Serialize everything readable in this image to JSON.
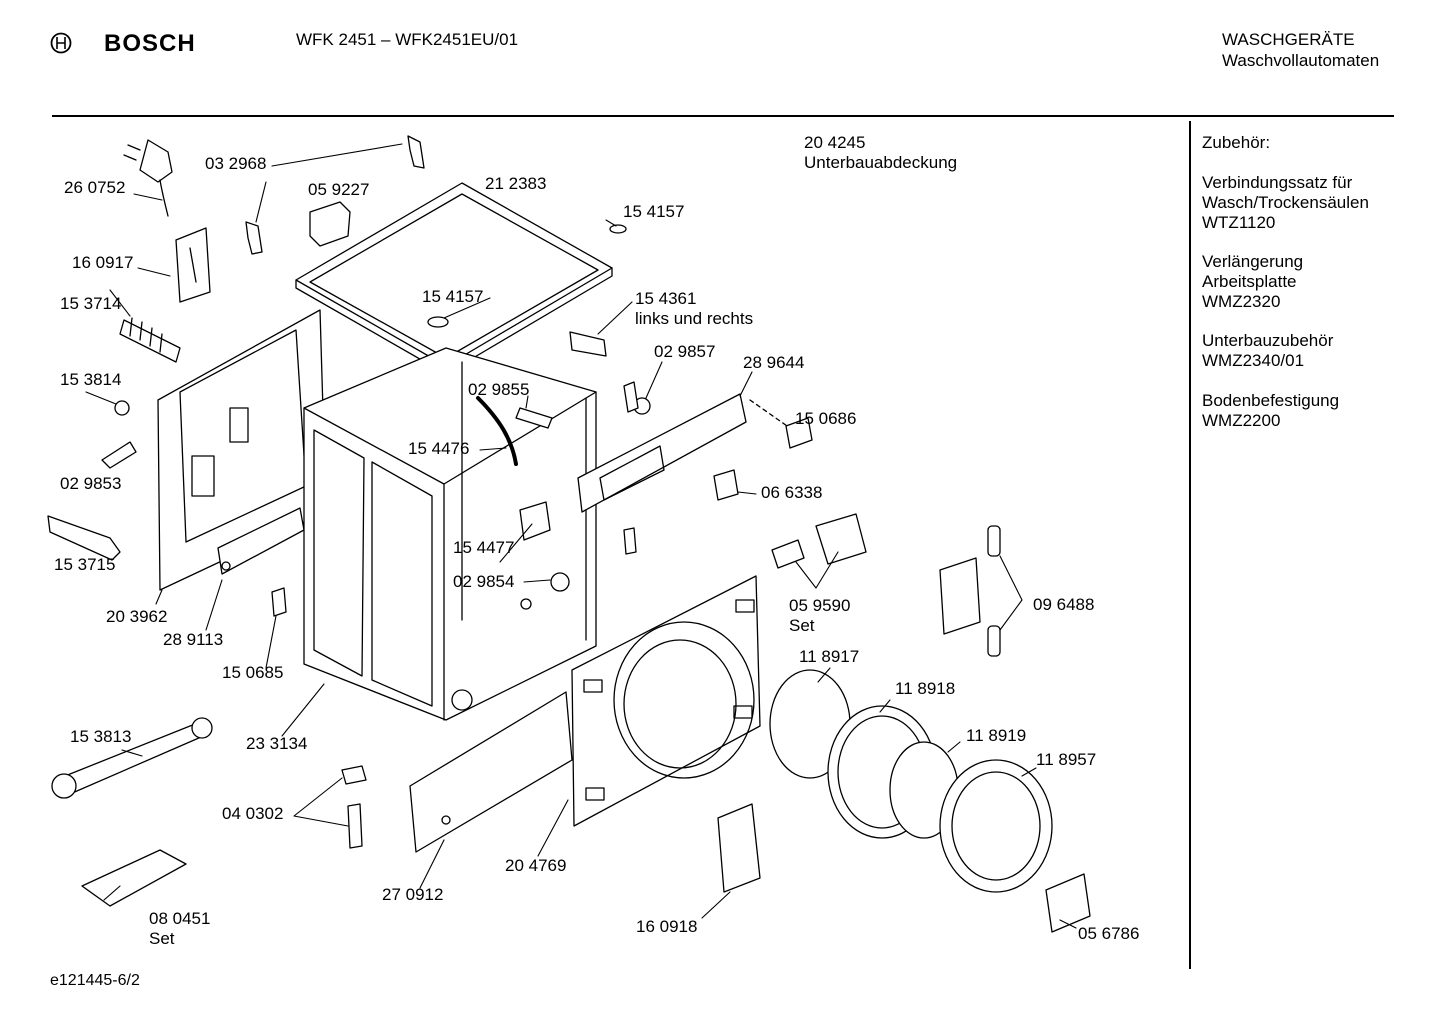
{
  "header": {
    "brand": "BOSCH",
    "model": "WFK 2451 – WFK2451EU/01",
    "category": "WASCHGERÄTE",
    "subcategory": "Waschvollautomaten"
  },
  "accessories": {
    "title": "Zubehör:",
    "items": [
      "Verbindungssatz für\nWasch/Trockensäulen\nWTZ1120",
      "Verlängerung\nArbeitsplatte\nWMZ2320",
      "Unterbauzubehör\nWMZ2340/01",
      "Bodenbefestigung\nWMZ2200"
    ]
  },
  "parts": {
    "p204245": "20 4245\nUnterbauabdeckung",
    "p260752": "26 0752",
    "p032968": "03 2968",
    "p059227": "05 9227",
    "p212383": "21 2383",
    "p154157a": "15 4157",
    "p154157b": "15 4157",
    "p160917": "16 0917",
    "p153714": "15 3714",
    "p154361": "15 4361\nlinks und rechts",
    "p029857": "02 9857",
    "p289644": "28 9644",
    "p153814": "15 3814",
    "p029855": "02 9855",
    "p150686": "15 0686",
    "p154476": "15 4476",
    "p029853": "02 9853",
    "p066338": "06 6338",
    "p153715": "15 3715",
    "p154477": "15 4477",
    "p029854": "02 9854",
    "p203962": "20 3962",
    "p289113": "28 9113",
    "p059590": "05 9590\nSet",
    "p096488": "09 6488",
    "p150685": "15 0685",
    "p118917": "11 8917",
    "p118918": "11 8918",
    "p153813": "15 3813",
    "p233134": "23 3134",
    "p118919": "11 8919",
    "p118957": "11 8957",
    "p040302": "04 0302",
    "p204769": "20 4769",
    "p270912": "27 0912",
    "p080451": "08 0451\nSet",
    "p160918": "16 0918",
    "p056786": "05 6786"
  },
  "footer": {
    "code": "e121445-6/2"
  }
}
